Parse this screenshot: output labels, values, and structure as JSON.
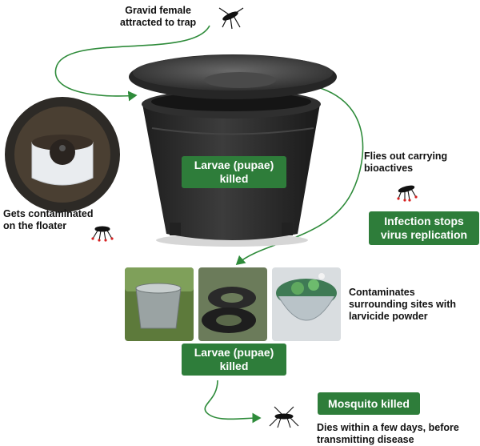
{
  "labels": {
    "gravid": [
      "Gravid female",
      "attracted to trap"
    ],
    "floater": [
      "Gets contaminated",
      "on the floater"
    ],
    "flies_out": [
      "Flies out carrying",
      "bioactives"
    ],
    "contaminates": [
      "Contaminates",
      "surrounding sites with",
      "larvicide powder"
    ],
    "dies": [
      "Dies within a few days, before",
      "transmitting disease"
    ]
  },
  "badges": {
    "trap_larvae": [
      "Larvae (pupae)",
      "killed"
    ],
    "infection": [
      "Infection stops",
      "virus replication"
    ],
    "sites_larvae": [
      "Larvae (pupae)",
      "killed"
    ],
    "mosquito_killed": "Mosquito killed"
  },
  "colors": {
    "badge_green": "#2e7d3a",
    "arrow_green": "#2e8b3a",
    "trap_black": "#2a2a2a"
  },
  "icons": [
    "mosquito-icon",
    "bucket-photo",
    "tires-photo",
    "planter-photo",
    "floater-photo"
  ]
}
